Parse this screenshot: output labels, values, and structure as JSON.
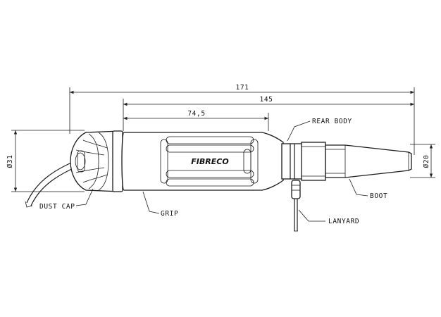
{
  "dimensions": {
    "overall_length": "171",
    "body_length": "145",
    "grip_length": "74,5",
    "cap_diameter": "Ø31",
    "boot_diameter": "Ø20"
  },
  "labels": {
    "rear_body": "REAR BODY",
    "boot": "BOOT",
    "dust_cap": "DUST CAP",
    "grip": "GRIP",
    "lanyard": "LANYARD"
  },
  "brand": "FIBRECO"
}
